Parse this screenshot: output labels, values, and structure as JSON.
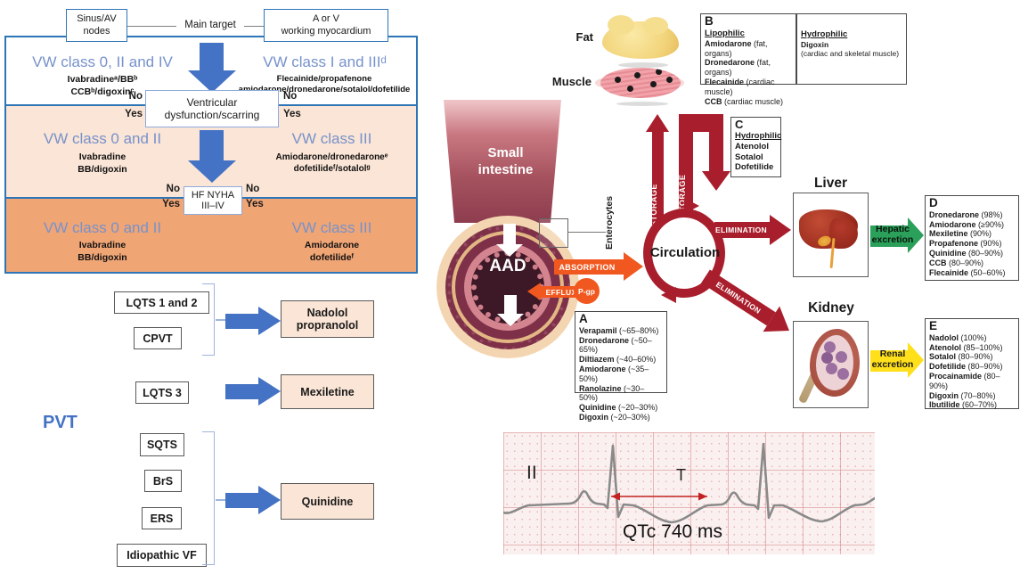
{
  "colors": {
    "arrow_blue": "#4472C4",
    "dark_red": "#A91E2C",
    "orange": "#F1581F",
    "green": "#2BA05A",
    "yellow": "#FFE01A",
    "peach": "#FBE5D6",
    "band_orange": "#F0A575",
    "border_blue": "#2E75B6",
    "heading_blue": "#7792CB"
  },
  "fc": {
    "sinus_box": "Sinus/AV\nnodes",
    "main_target": "Main target",
    "myocardium_box": "A or V\nworking myocardium",
    "no": "No",
    "yes": "Yes",
    "row1": {
      "left_class": "VW class 0, II and IV",
      "left_drugs": "Ivabradineᵃ/BBᵇ\nCCBᵇ/digoxinᶜ",
      "right_class": "VW class I and IIIᵈ",
      "right_drugs": "Flecainide/propafenone\namiodarone/dronedarone/sotalol/dofetilide"
    },
    "decision1": "Ventricular\ndysfunction/scarring",
    "row2": {
      "left_class": "VW class 0 and II",
      "left_drugs": "Ivabradine\nBB/digoxin",
      "right_class": "VW class III",
      "right_drugs": "Amiodarone/dronedaroneᵉ\ndofetilideᶠ/sotalolᵍ"
    },
    "decision2": "HF NYHA\nIII–IV",
    "row3": {
      "left_class": "VW class 0 and II",
      "left_drugs": "Ivabradine\nBB/digoxin",
      "right_class": "VW class III",
      "right_drugs": "Amiodarone\ndofetilideᶠ"
    }
  },
  "inherited": {
    "lqts12": "LQTS 1 and 2",
    "cpvt": "CPVT",
    "nadolol": "Nadolol\npropranolol",
    "lqts3": "LQTS 3",
    "mexiletine": "Mexiletine",
    "pvt": "PVT",
    "sqts": "SQTS",
    "brs": "BrS",
    "ers": "ERS",
    "ivf": "Idiopathic VF",
    "quinidine": "Quinidine"
  },
  "tissues": {
    "fat": "Fat",
    "muscle": "Muscle"
  },
  "boxB": {
    "label": "B",
    "left_title": "Lipophilic",
    "left_items": [
      {
        "name": "Amiodarone",
        "note": "(fat, organs)"
      },
      {
        "name": "Dronedarone",
        "note": "(fat, organs)"
      },
      {
        "name": "Flecainide",
        "note": "(cardiac muscle)"
      },
      {
        "name": "CCB",
        "note": "(cardiac muscle)"
      }
    ],
    "right_title": "Hydrophilic",
    "right_items": [
      {
        "name": "Digoxin",
        "note": ""
      },
      "(cardiac and skeletal muscle)"
    ]
  },
  "boxC": {
    "label": "C",
    "title": "Hydrophilic",
    "items": [
      {
        "name": "Atenolol",
        "note": ""
      },
      {
        "name": "Sotalol",
        "note": ""
      },
      {
        "name": "Dofetilide",
        "note": ""
      }
    ]
  },
  "absorption": {
    "small_intestine": "Small\nintestine",
    "aad": "AAD",
    "absorption": "ABSORPTION",
    "efflux": "EFFLUX",
    "pgp": "P-gp",
    "enterocytes": "Enterocytes",
    "storage": "STORAGE",
    "no_storage": "NO STORAGE",
    "boxA": {
      "label": "A",
      "items": [
        {
          "name": "Verapamil",
          "note": "(~65–80%)"
        },
        {
          "name": "Dronedarone",
          "note": "(~50–65%)"
        },
        {
          "name": "Diltiazem",
          "note": "(~40–60%)"
        },
        {
          "name": "Amiodarone",
          "note": "(~35–50%)"
        },
        {
          "name": "Ranolazine",
          "note": "(~30–50%)"
        },
        {
          "name": "Quinidine",
          "note": "(~20–30%)"
        },
        {
          "name": "Digoxin",
          "note": "(~20–30%)"
        }
      ]
    }
  },
  "elimination": {
    "circulation": "Circulation",
    "elimination": "ELIMINATION",
    "liver": "Liver",
    "kidney": "Kidney",
    "hepatic": "Hepatic\nexcretion",
    "renal": "Renal\nexcretion",
    "boxD": {
      "label": "D",
      "items": [
        {
          "name": "Dronedarone",
          "note": "(98%)"
        },
        {
          "name": "Amiodarone",
          "note": "(≥90%)"
        },
        {
          "name": "Mexiletine",
          "note": "(90%)"
        },
        {
          "name": "Propafenone",
          "note": "(90%)"
        },
        {
          "name": "Quinidine",
          "note": "(80–90%)"
        },
        {
          "name": "CCB",
          "note": "(80–90%)"
        },
        {
          "name": "Flecainide",
          "note": "(50–60%)"
        }
      ]
    },
    "boxE": {
      "label": "E",
      "items": [
        {
          "name": "Nadolol",
          "note": "(100%)"
        },
        {
          "name": "Atenolol",
          "note": "(85–100%)"
        },
        {
          "name": "Sotalol",
          "note": "(80–90%)"
        },
        {
          "name": "Dofetilide",
          "note": "(80–90%)"
        },
        {
          "name": "Procainamide",
          "note": "(80–90%)"
        },
        {
          "name": "Digoxin",
          "note": "(70–80%)"
        },
        {
          "name": "Ibutilide",
          "note": "(60–70%)"
        }
      ]
    }
  },
  "ecg": {
    "lead": "II",
    "t_label": "T",
    "qtc": "QTc 740 ms"
  }
}
